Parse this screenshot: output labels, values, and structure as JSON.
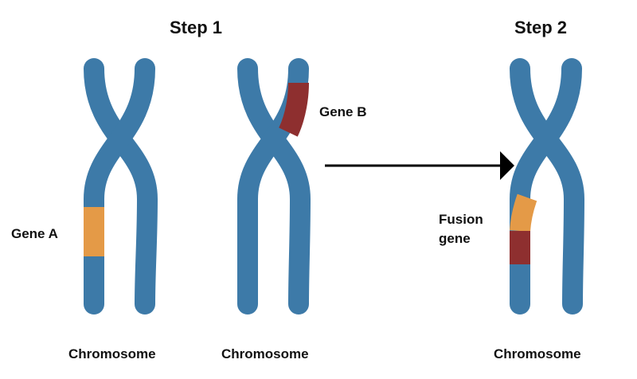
{
  "colors": {
    "chromosome": "#3d7aa8",
    "gene_a": "#e49a47",
    "gene_b": "#8e2f2f",
    "arrow": "#000000"
  },
  "steps": {
    "step1": "Step 1",
    "step2": "Step 2"
  },
  "labels": {
    "gene_a": "Gene A",
    "gene_b": "Gene B",
    "fusion_line1": "Fusion",
    "fusion_line2": "gene"
  },
  "captions": [
    "Chromosome",
    "Chromosome",
    "Chromosome"
  ],
  "icons": {
    "arrow": "right-arrow-icon"
  }
}
